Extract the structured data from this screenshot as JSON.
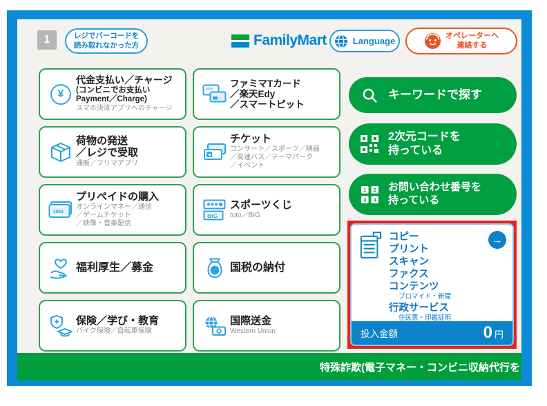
{
  "header": {
    "step_number": "1",
    "barcode_button_label": "レジでバーコードを\n読み取れなかった方",
    "brand": "FamilyMart",
    "language_label": "Language",
    "operator_label": "オペレーターへ\n連絡する"
  },
  "grid_buttons": [
    {
      "icon": "yen-circle-icon",
      "title": "代金支払い／チャージ",
      "subtitle": "(コンビニでお支払い\nPayment／Charge)",
      "note": "スマホ決済アプリへのチャージ"
    },
    {
      "icon": "cards-icon",
      "title": "ファミマTカード\n／楽天Edy\n／スマートピット",
      "subtitle": "",
      "note": ""
    },
    {
      "icon": "package-icon",
      "title": "荷物の発送\n／レジで受取",
      "subtitle": "",
      "note": "通販／フリマアプリ"
    },
    {
      "icon": "ticket-icon",
      "title": "チケット",
      "subtitle": "",
      "note": "コンサート／スポーツ／映画\n／高速バス／テーマパーク\n／イベント"
    },
    {
      "icon": "prepaid-card-icon",
      "title": "プリペイドの購入",
      "subtitle": "",
      "note": "オンラインマネー／通信\n／ゲームチケット\n／映像・音楽配信"
    },
    {
      "icon": "sports-lottery-icon",
      "title": "スポーツくじ",
      "subtitle": "",
      "note": "toto／BIG"
    },
    {
      "icon": "heart-hand-icon",
      "title": "福利厚生／募金",
      "subtitle": "",
      "note": ""
    },
    {
      "icon": "tax-bag-icon",
      "title": "国税の納付",
      "subtitle": "",
      "note": ""
    },
    {
      "icon": "shield-cap-icon",
      "title": "保険／学び・教育",
      "subtitle": "",
      "note": "バイク保険／自転車保険"
    },
    {
      "icon": "globe-money-icon",
      "title": "国際送金",
      "subtitle": "",
      "note": "Western Union"
    }
  ],
  "quick_buttons": [
    {
      "icon": "search-icon",
      "label": "キーワードで探す"
    },
    {
      "icon": "qr-code-icon",
      "label": "2次元コードを\n持っている"
    },
    {
      "icon": "number-pad-icon",
      "label": "お問い合わせ番号を\n持っている"
    }
  ],
  "copy_panel": {
    "items": [
      {
        "label": "コピー"
      },
      {
        "label": "プリント"
      },
      {
        "label": "スキャン"
      },
      {
        "label": "ファクス"
      },
      {
        "label": "コンテンツ",
        "note": "ブロマイド・新聞"
      },
      {
        "label": "行政サービス",
        "note": "住民票・印鑑証明"
      }
    ],
    "amount_label": "投入金額",
    "amount_value": "0",
    "amount_unit": "円"
  },
  "ticker": {
    "text": "特殊詐欺(電子マネー・コンビニ収納代行を"
  },
  "colors": {
    "bezel_blue": "#0c8bd7",
    "brand_green": "#00a042",
    "button_border_green": "#2fa254",
    "link_blue": "#0b76c4",
    "accent_orange": "#e8541f",
    "highlight_red": "#e3231d"
  }
}
